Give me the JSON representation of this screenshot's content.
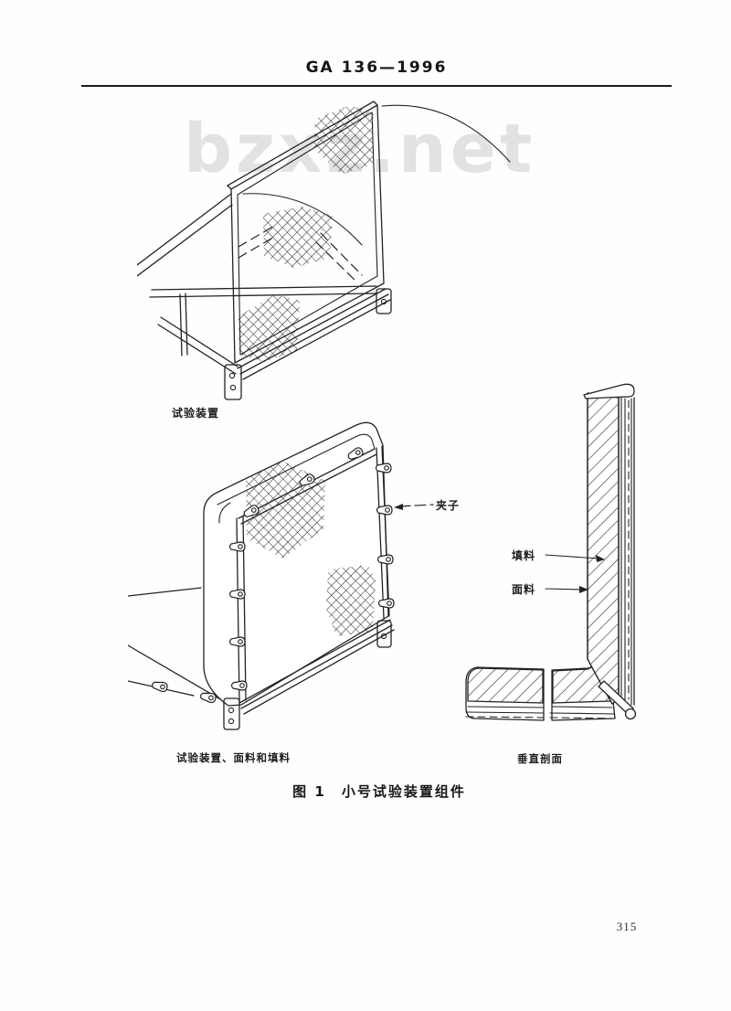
{
  "page": {
    "header_title": "GA 136—1996",
    "watermark": "bzxz.net",
    "page_number": "315"
  },
  "figure": {
    "caption": "图 1　小号试验装置组件",
    "labels": {
      "apparatus": "试验装置",
      "clamp": "夹子",
      "filling": "填料",
      "fabric": "面料",
      "apparatus_fabric_filling": "试验装置、面料和填料",
      "vertical_section": "垂直剖面"
    }
  },
  "colors": {
    "ink": "#222222",
    "watermark_gray": "#e2e2e2",
    "paper": "#fefefe"
  }
}
